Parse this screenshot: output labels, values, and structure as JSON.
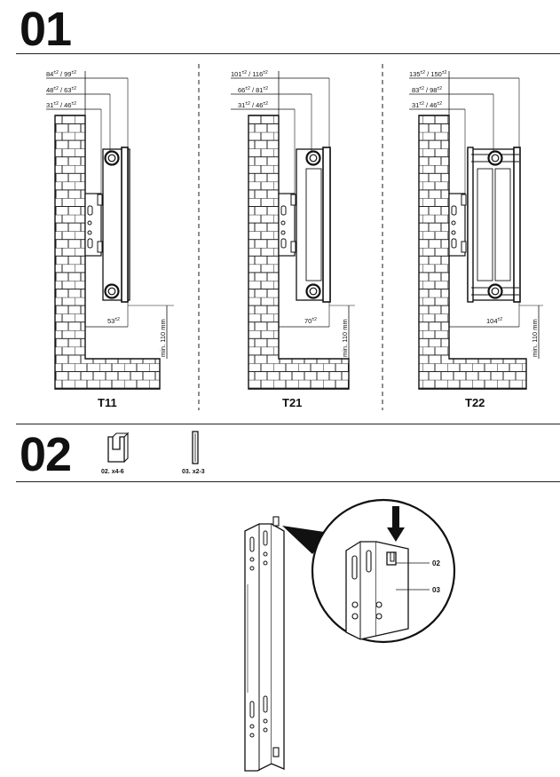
{
  "step1": {
    "number": "01",
    "panels": [
      {
        "model": "T11",
        "dims": [
          "84",
          "99",
          "48",
          "63",
          "31",
          "46"
        ],
        "bottom": "53",
        "min": "min. 110 mm"
      },
      {
        "model": "T21",
        "dims": [
          "101",
          "116",
          "66",
          "81",
          "31",
          "46"
        ],
        "bottom": "70",
        "min": "min. 110 mm"
      },
      {
        "model": "T22",
        "dims": [
          "135",
          "150",
          "83",
          "98",
          "31",
          "46"
        ],
        "bottom": "104",
        "min": "min. 110 mm"
      }
    ],
    "tolerance": "±2"
  },
  "step2": {
    "number": "02",
    "parts": [
      {
        "code": "02",
        "qty": "x4-6"
      },
      {
        "code": "03",
        "qty": "x2-3"
      }
    ],
    "callouts": [
      "02",
      "03"
    ]
  }
}
